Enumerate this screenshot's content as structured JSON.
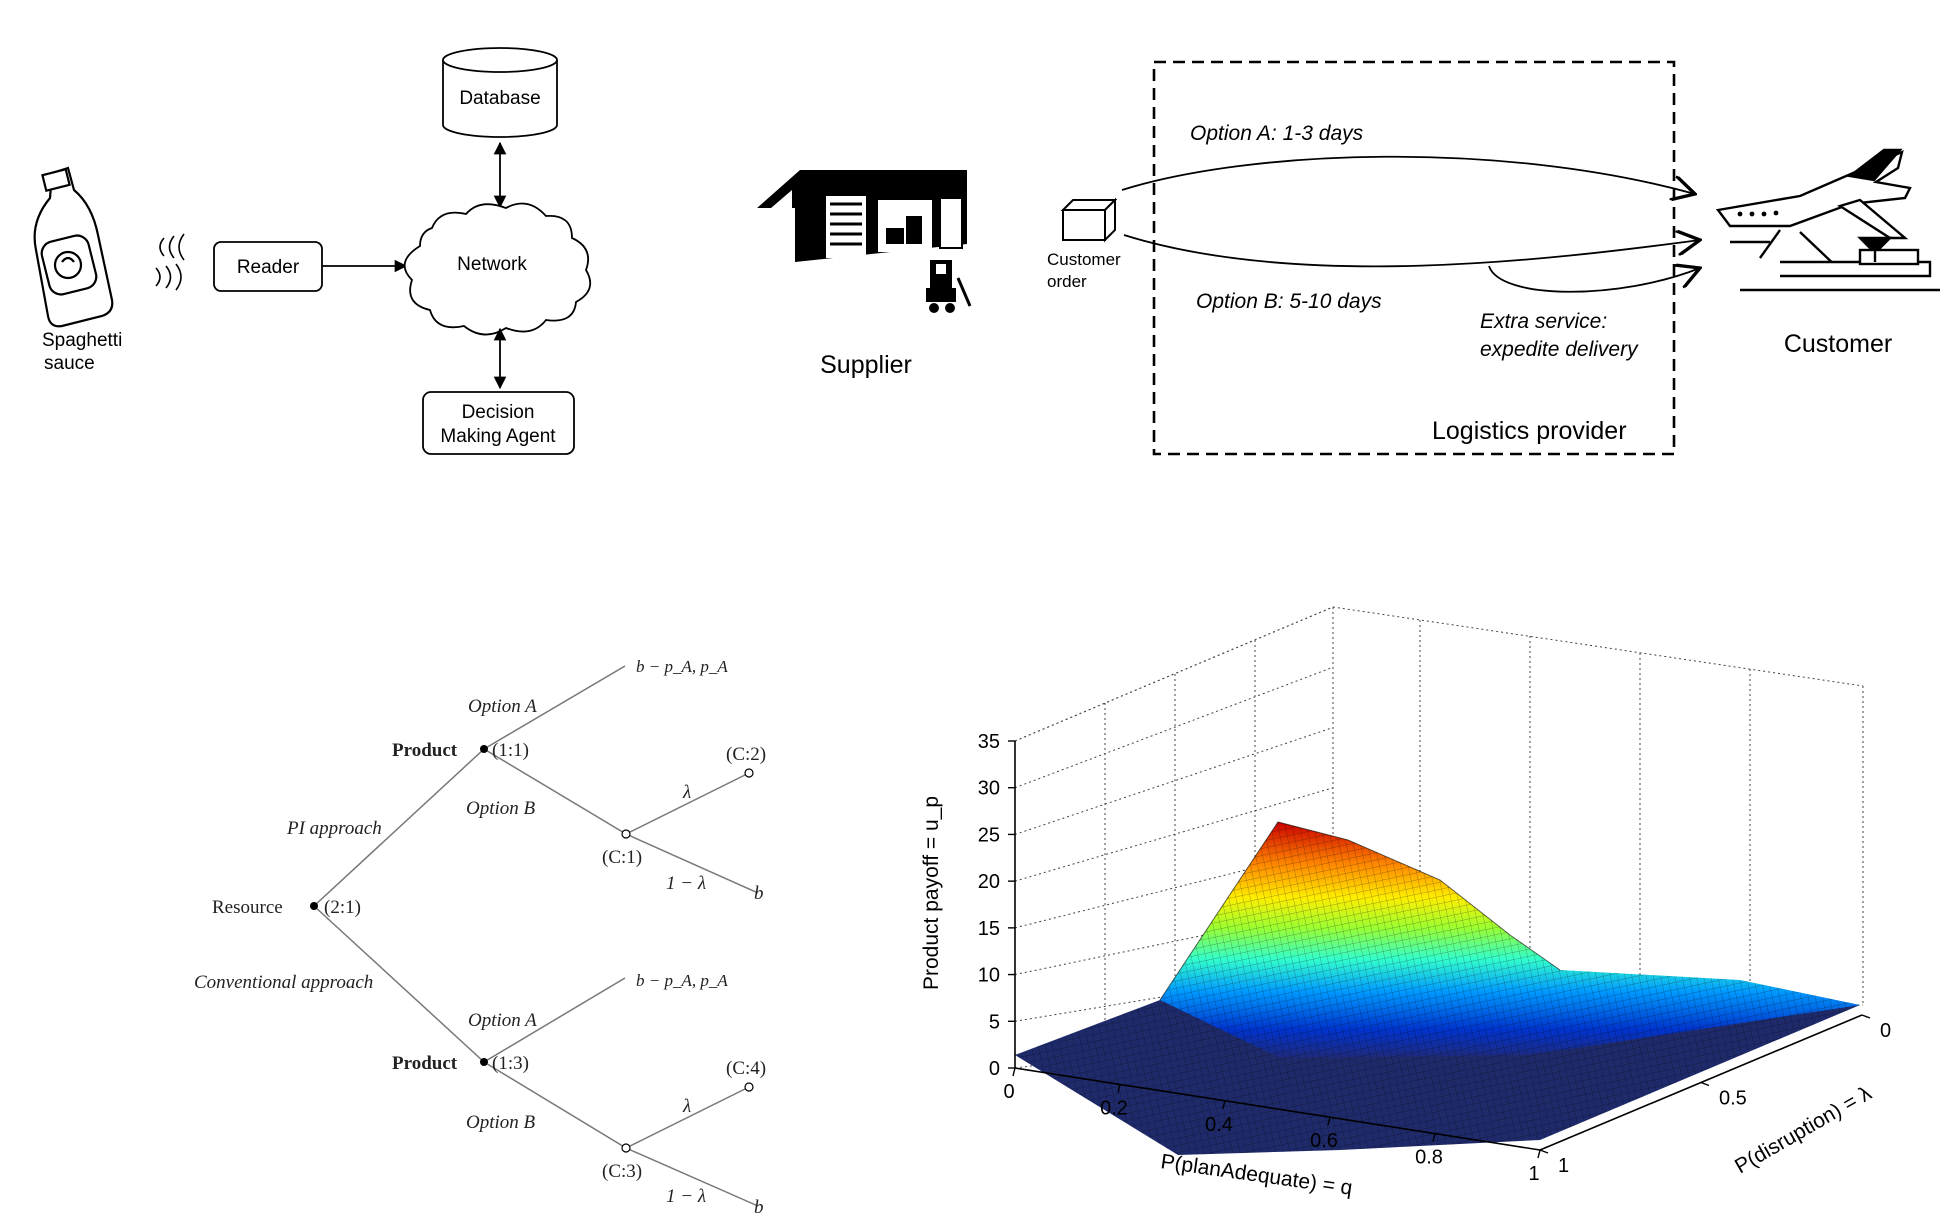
{
  "rfid": {
    "sauce_label_1": "Spaghetti",
    "sauce_label_2": "sauce",
    "reader": "Reader",
    "database": "Database",
    "network": "Network",
    "agent_line_1": "Decision",
    "agent_line_2": "Making Agent"
  },
  "logistics": {
    "supplier": "Supplier",
    "customer_order_1": "Customer",
    "customer_order_2": "order",
    "option_a": "Option A: 1-3 days",
    "option_b": "Option B: 5-10 days",
    "extra_1": "Extra service:",
    "extra_2": "expedite delivery",
    "customer": "Customer",
    "provider": "Logistics provider"
  },
  "tree": {
    "resource": "Resource",
    "resource_node": "(2:1)",
    "pi_approach": "PI approach",
    "conventional_approach": "Conventional approach",
    "product_top": "Product",
    "product_top_node": "(1:1)",
    "product_bottom": "Product",
    "product_bottom_node": "(1:3)",
    "option_a_top": "Option A",
    "option_b_top": "Option B",
    "option_a_bottom": "Option A",
    "option_b_bottom": "Option B",
    "payoff_a_top": "b − p_A, p_A",
    "payoff_a_bottom": "b − p_A, p_A",
    "chance_c1": "(C:1)",
    "chance_c2": "(C:2)",
    "chance_c3": "(C:3)",
    "chance_c4": "(C:4)",
    "lambda_top": "λ",
    "one_minus_lambda_top": "1 − λ",
    "lambda_bottom": "λ",
    "one_minus_lambda_bottom": "1 − λ",
    "payoff_b_top": "b",
    "payoff_b_bottom": "b"
  },
  "chart_data": {
    "type": "surface",
    "title": "",
    "zlabel": "Product payoff = u_p",
    "xlabel": "P(planAdequate) = q",
    "ylabel": "P(disruption) = λ",
    "zlim": [
      0,
      35
    ],
    "xlim": [
      0,
      1
    ],
    "ylim": [
      0,
      1
    ],
    "z_ticks": [
      "0",
      "5",
      "10",
      "15",
      "20",
      "25",
      "30",
      "35"
    ],
    "x_ticks": [
      "0",
      "0.2",
      "0.4",
      "0.6",
      "0.8",
      "1"
    ],
    "y_ticks": [
      "0",
      "0.5",
      "1"
    ],
    "grid": true,
    "peak": {
      "q": 0.35,
      "lambda": 0.0,
      "z": 25
    },
    "colormap": "jet"
  }
}
